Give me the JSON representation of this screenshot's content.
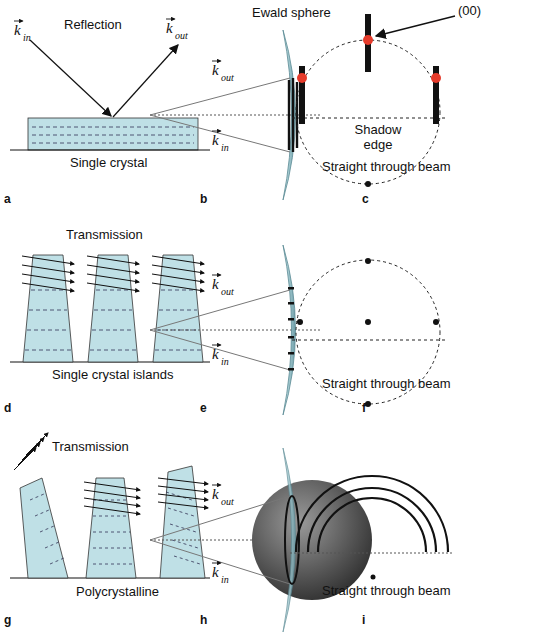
{
  "diagram": {
    "labels": [
      "Reflection",
      "k",
      "in",
      "k",
      "out",
      "Single crystal",
      "a",
      "Ewald sphere",
      "k",
      "out",
      "k",
      "in",
      "b",
      "(00)",
      "Shadow edge",
      "Straight through beam",
      "c",
      "Transmission",
      "Single crystal islands",
      "d",
      "k",
      "out",
      "k",
      "in",
      "e",
      "Straight through beam",
      "f",
      "Transmission",
      "Polycrystalline",
      "g",
      "k",
      "out",
      "k",
      "in",
      "h",
      "Straight through beam",
      "i"
    ]
  }
}
